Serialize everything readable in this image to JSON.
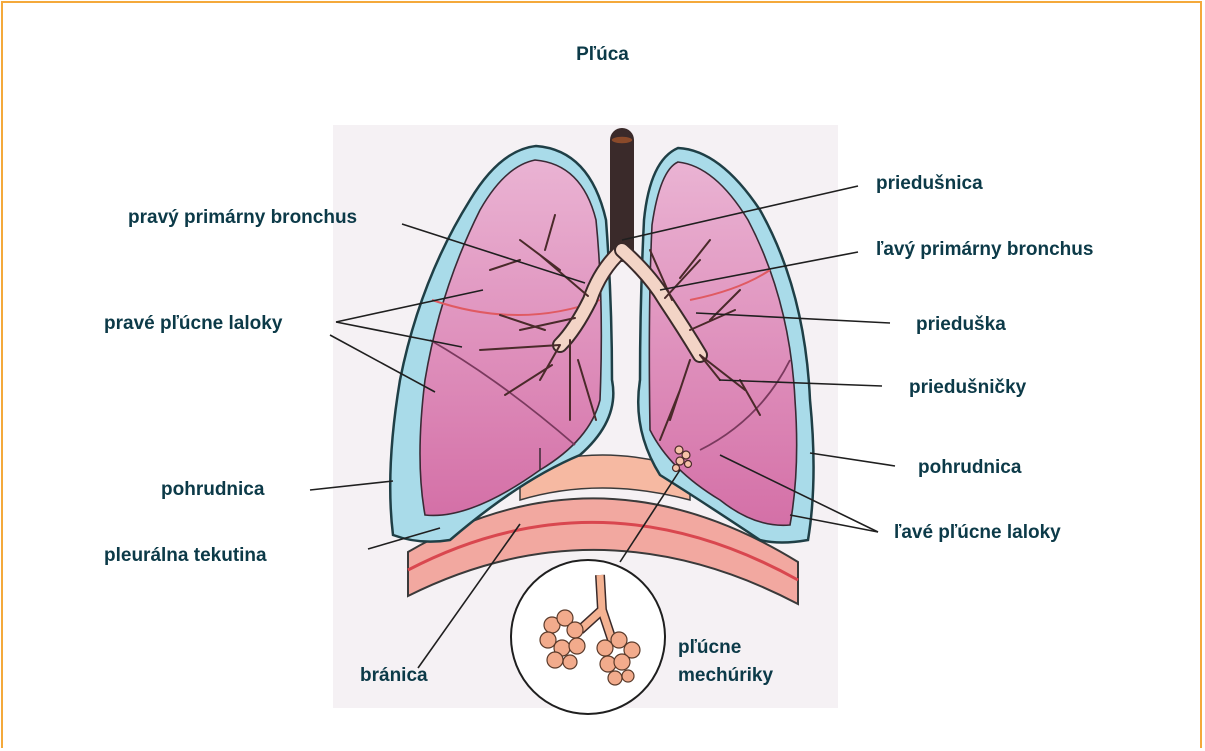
{
  "title": "Pľúca",
  "labels": {
    "trachea": "priedušnica",
    "right_primary_bronchus": "pravý primárny bronchus",
    "left_primary_bronchus": "ľavý primárny bronchus",
    "right_lung_lobes": "pravé pľúcne laloky",
    "bronchus": "prieduška",
    "bronchioles": "priedušničky",
    "pleura_right": "pohrudnica",
    "pleura_left": "pohrudnica",
    "pleural_fluid": "pleurálna tekutina",
    "left_lung_lobes": "ľavé pľúcne laloky",
    "diaphragm": "bránica",
    "alveoli_line1": "pľúcne",
    "alveoli_line2": "mechúriky"
  },
  "colors": {
    "frame": "#f4a93b",
    "label": "#0c3a48",
    "lung": "#d86aa8",
    "pleura": "#a8dce8",
    "diaphragm": "#f2a895"
  }
}
